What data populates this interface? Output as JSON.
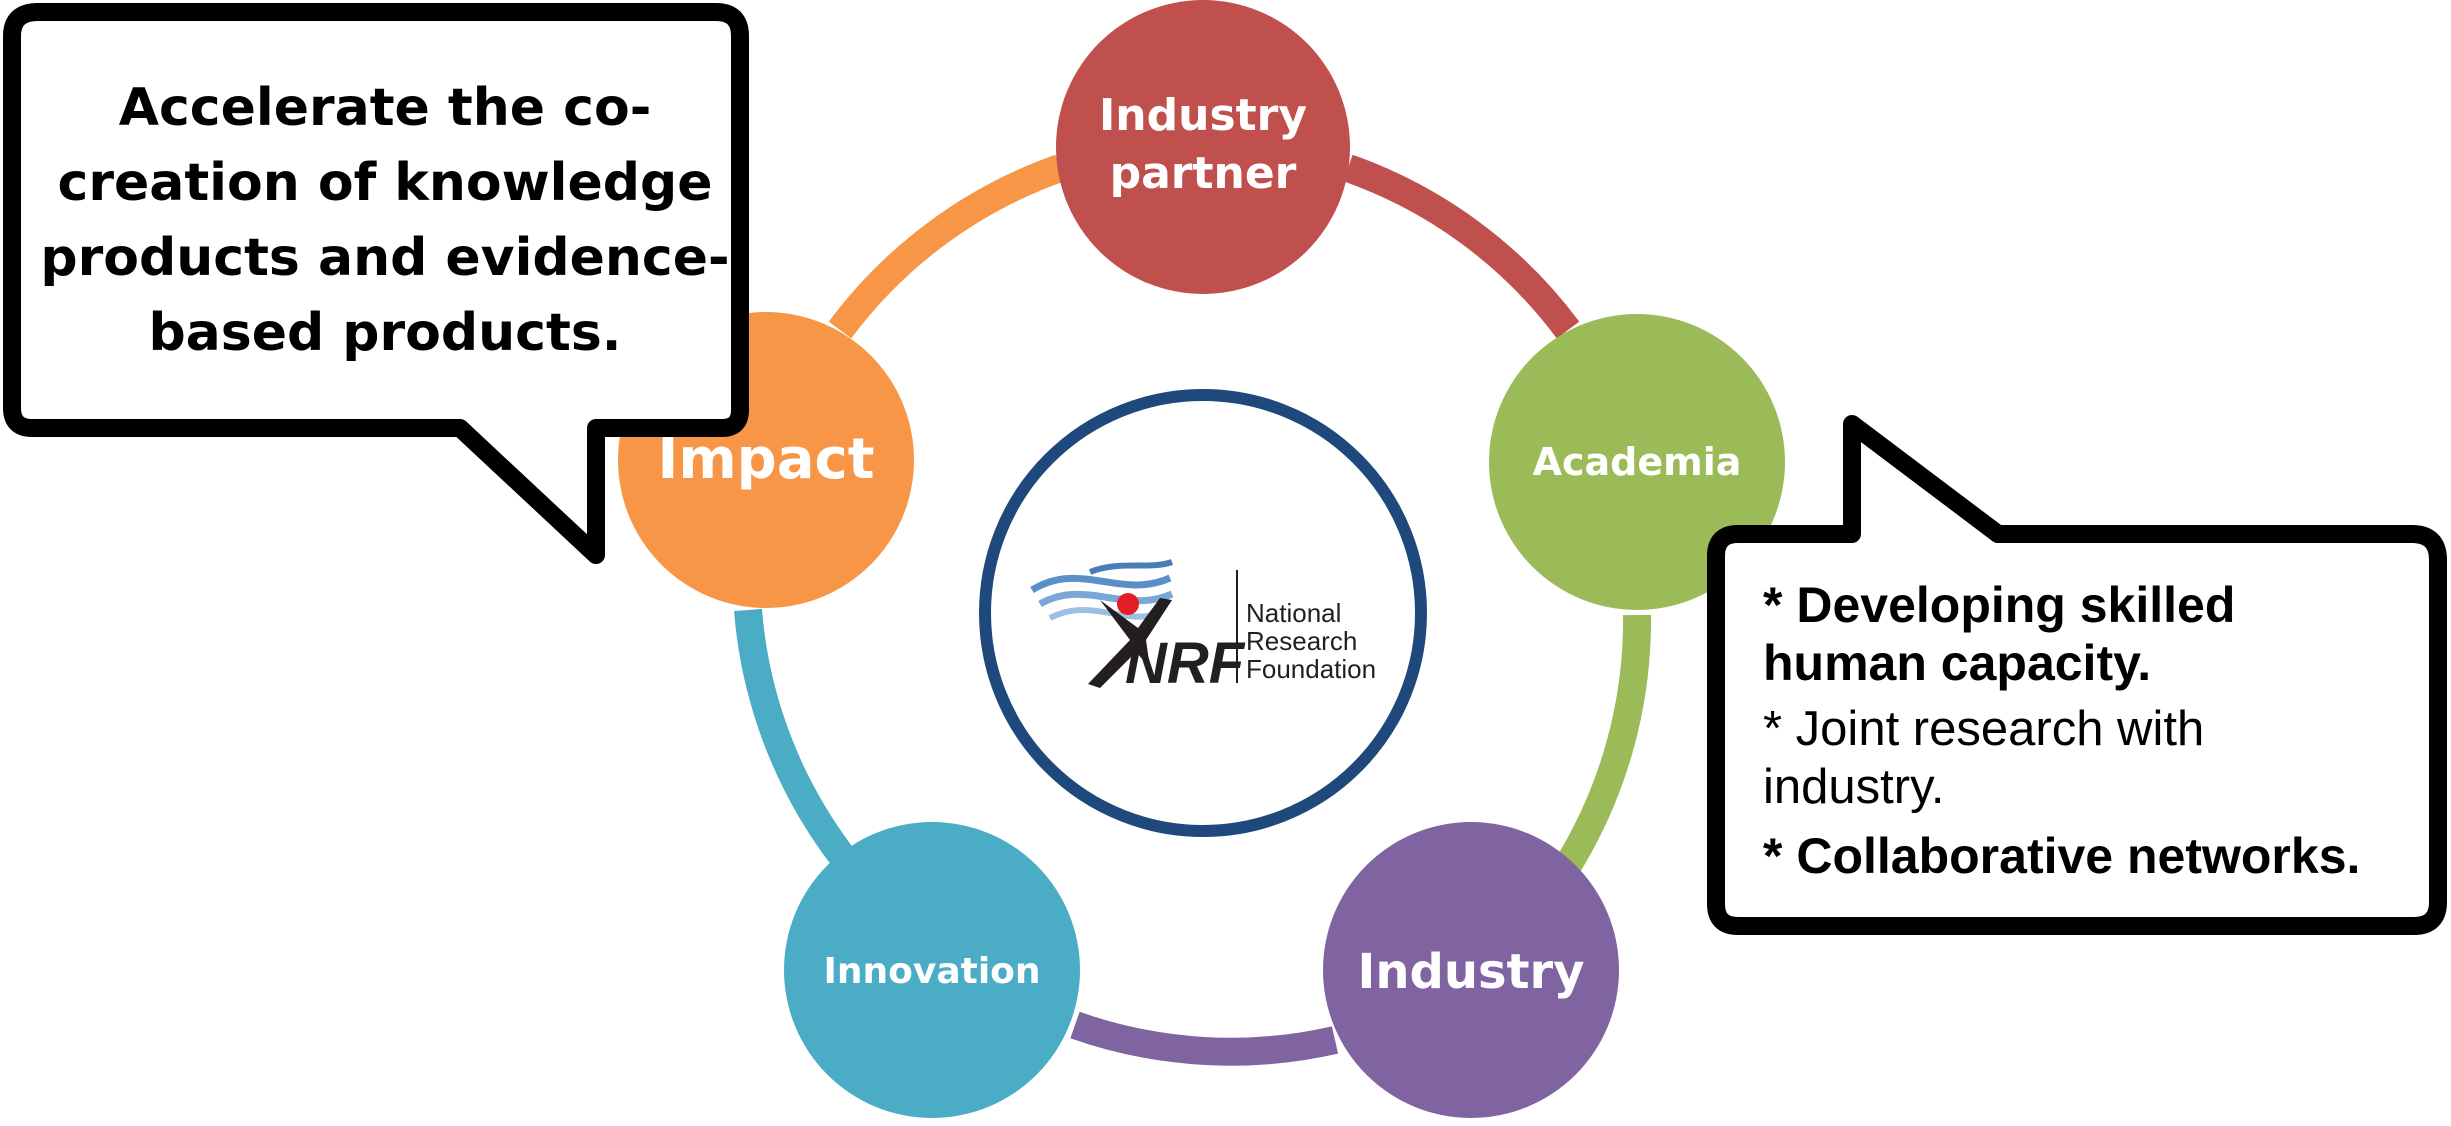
{
  "diagram": {
    "nodes": {
      "industry_partner": {
        "line1": "Industry",
        "line2": "partner",
        "color": "#c0504d"
      },
      "academia": {
        "label": "Academia",
        "color": "#9bbb59"
      },
      "industry": {
        "label": "Industry",
        "color": "#8064a2"
      },
      "innovation": {
        "label": "Innovation",
        "color": "#4bacc6"
      },
      "impact": {
        "label": "Impact",
        "color": "#f79646"
      }
    },
    "center_logo": {
      "abbr": "NRF",
      "name_line1": "National",
      "name_line2": "Research",
      "name_line3": "Foundation",
      "ring_color": "#1f497d"
    },
    "left_callout": {
      "lines": [
        "Accelerate the co-",
        "creation of knowledge",
        "products and evidence-",
        "based products."
      ]
    },
    "right_callout": {
      "item1_line1": "* Developing skilled",
      "item1_line2": "human capacity.",
      "item2_line1": "* Joint research with",
      "item2_line2": "industry.",
      "item3": "* Collaborative networks."
    }
  }
}
